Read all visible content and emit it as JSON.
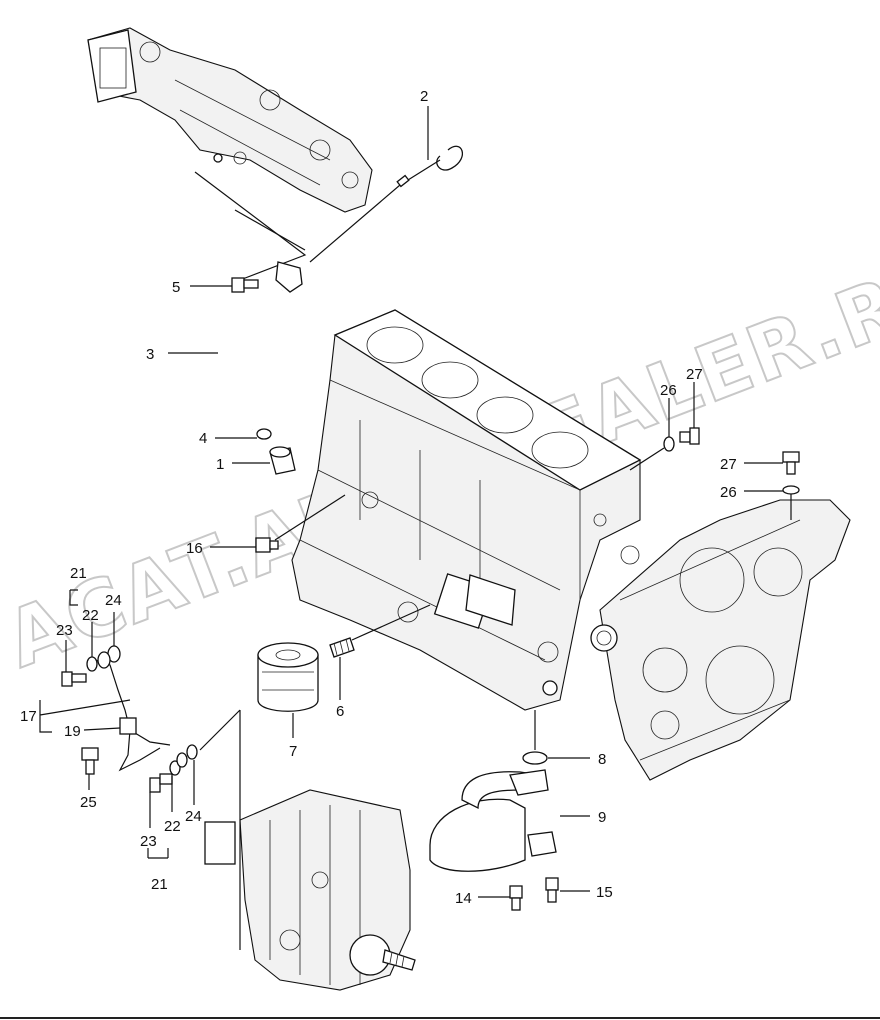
{
  "watermark": "ACAT.AUTODEALER.RU",
  "callouts": [
    {
      "id": "c-2",
      "text": "2"
    },
    {
      "id": "c-5",
      "text": "5"
    },
    {
      "id": "c-3",
      "text": "3"
    },
    {
      "id": "c-4",
      "text": "4"
    },
    {
      "id": "c-1",
      "text": "1"
    },
    {
      "id": "c-16",
      "text": "16"
    },
    {
      "id": "c-21a",
      "text": "21"
    },
    {
      "id": "c-22a",
      "text": "22"
    },
    {
      "id": "c-23a",
      "text": "23"
    },
    {
      "id": "c-24a",
      "text": "24"
    },
    {
      "id": "c-17",
      "text": "17"
    },
    {
      "id": "c-19",
      "text": "19"
    },
    {
      "id": "c-25",
      "text": "25"
    },
    {
      "id": "c-23b",
      "text": "23"
    },
    {
      "id": "c-22b",
      "text": "22"
    },
    {
      "id": "c-24b",
      "text": "24"
    },
    {
      "id": "c-21b",
      "text": "21"
    },
    {
      "id": "c-6",
      "text": "6"
    },
    {
      "id": "c-7",
      "text": "7"
    },
    {
      "id": "c-8",
      "text": "8"
    },
    {
      "id": "c-9",
      "text": "9"
    },
    {
      "id": "c-14",
      "text": "14"
    },
    {
      "id": "c-15",
      "text": "15"
    },
    {
      "id": "c-26a",
      "text": "26"
    },
    {
      "id": "c-27a",
      "text": "27"
    },
    {
      "id": "c-27b",
      "text": "27"
    },
    {
      "id": "c-26b",
      "text": "26"
    }
  ],
  "icons": [
    "intake-manifold-icon",
    "dipstick-icon",
    "cylinder-block-icon",
    "gear-case-icon",
    "oil-filter-icon",
    "injection-pump-icon",
    "oil-strainer-icon"
  ]
}
